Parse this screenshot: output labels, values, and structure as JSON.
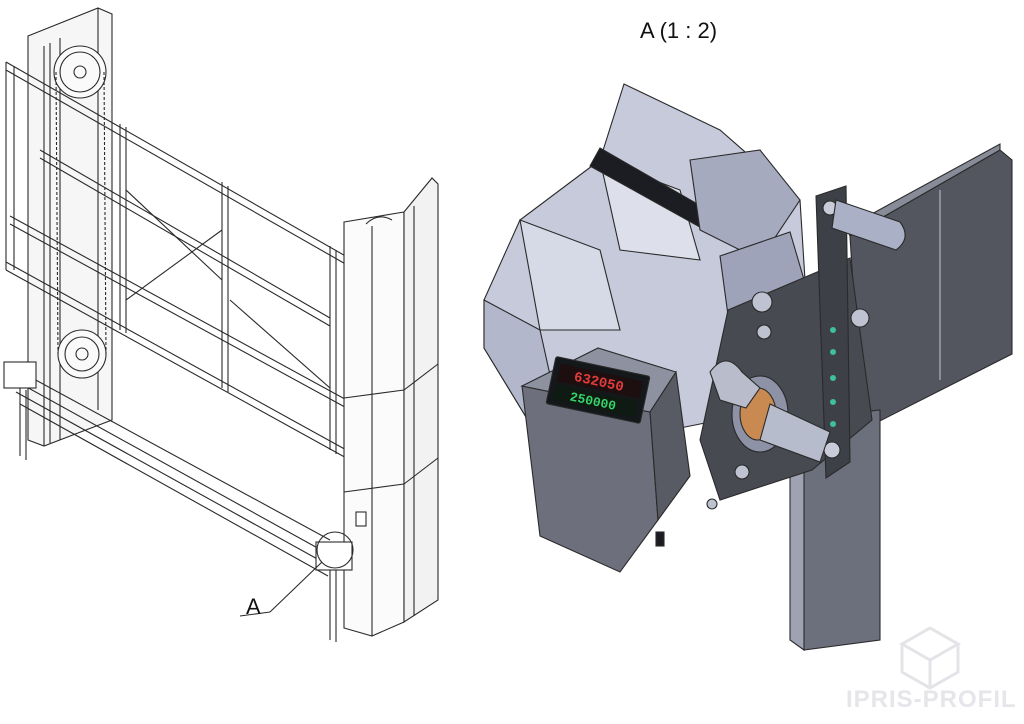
{
  "detail_view": {
    "title": "A (1 : 2)",
    "counter_display": {
      "upper_value": "632050",
      "lower_value": "250000",
      "upper_color": "#e23b3b",
      "lower_color": "#35d36a"
    }
  },
  "overview": {
    "callout_label": "A"
  },
  "watermark": {
    "text": "IPRIS-PROFIL"
  },
  "colors": {
    "line": "#2a2a2a",
    "metal": "#aeb3c8",
    "metal_dark": "#7d8297",
    "plate": "#4a4c55",
    "display_bg": "#14181a"
  },
  "icons": [
    "watermark-logo-icon"
  ]
}
